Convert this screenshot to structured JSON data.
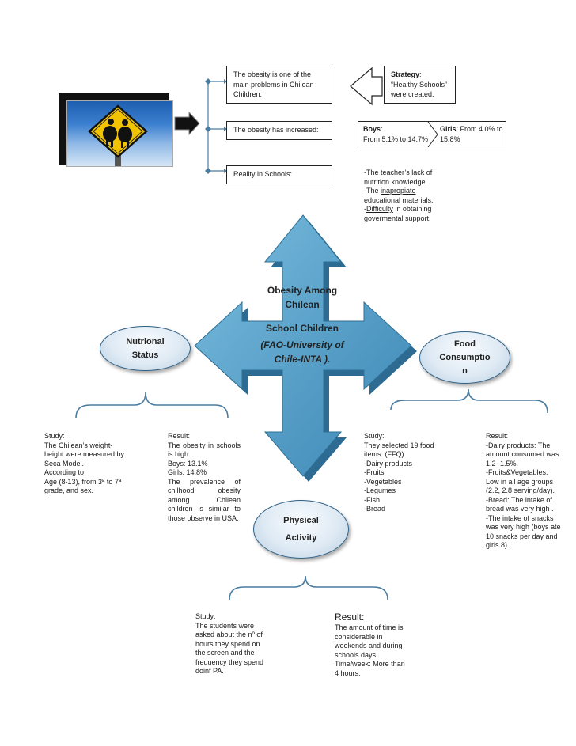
{
  "colors": {
    "arrow_fill": "#4a98c4",
    "arrow_stroke": "#2e6f94",
    "bracket": "#4a7ca0",
    "connector": "#4a7ca0"
  },
  "icons": {
    "sign": "school-crossing-obesity-sign-icon",
    "arrow": "right-arrow-icon",
    "left_arrow": "left-arrow-icon"
  },
  "top": {
    "box1": [
      "The obesity is one of the",
      "main problems in Chilean",
      "Children:"
    ],
    "strategy": {
      "label": "Strategy",
      "colon": ":",
      "lines": [
        "“Healthy Schools”",
        "were created."
      ]
    },
    "box2": "The obesity has increased:",
    "boys": {
      "label": "Boys",
      "colon": ":",
      "value": "From 5.1% to 14.7%"
    },
    "girls": {
      "label": "Girls",
      "rest": ": From 4.0% to",
      "value": "15.8%"
    },
    "box3": "Reality in Schools:",
    "reality": {
      "l1_pre": "-The teacher’s ",
      "l1_u": "lack",
      "l1_post": " of",
      "l2": "nutrition knowledge.",
      "l3_pre": "-The ",
      "l3_u": "inapropiate ",
      "l4": "educational materials.",
      "l5_pre": "-",
      "l5_u": "Difficulty",
      "l5_post": " in obtaining",
      "l6": "govermental support."
    }
  },
  "center": {
    "l1": "Obesity Among",
    "l2": "Chilean",
    "l3": "School Children",
    "l4": "(FAO-University of",
    "l5": "Chile-INTA )."
  },
  "ovals": {
    "left": [
      "Nutrional",
      "Status"
    ],
    "right": [
      "Food",
      "Consumptio",
      "n"
    ],
    "bottom": [
      "Physical",
      "Activity"
    ]
  },
  "nutritional": {
    "study": [
      "Study:",
      "The Chilean’s weight-",
      "height were measured by:",
      "Seca Model.",
      "According to",
      "Age (8-13), from 3ª to 7ª",
      "grade, and sex."
    ],
    "result": [
      "Result:",
      "The obesity in schools",
      "is high.",
      "Boys: 13.1%",
      "Girls: 14.8%",
      "The prevalence of",
      "chilhood obesity",
      "among Chilean",
      "children is similar to",
      "those observe in USA."
    ]
  },
  "food": {
    "study": [
      "Study:",
      "They selected 19 food",
      "items. (FFQ)",
      "-Dairy products",
      "-Fruits",
      "-Vegetables",
      "-Legumes",
      "-Fish",
      "-Bread"
    ],
    "result": [
      "Result:",
      "-Dairy products: The",
      "amount consumed was",
      "1.2- 1.5%.",
      "-Fruits&Vegetables:",
      "Low in all age groups",
      "(2.2, 2.8 serving/day).",
      "-Bread: The intake of",
      "bread was very high .",
      "-The intake of snacks",
      "was very high (boys ate",
      "10 snacks per day and",
      "girls 8)."
    ]
  },
  "physical": {
    "study": [
      "Study:",
      "The students were",
      "asked about the nº of",
      "hours they spend on",
      "the screen and the",
      "frequency they spend",
      "doinf PA."
    ],
    "result_title": "Result:",
    "result": [
      "The amount of time is",
      "considerable in",
      "weekends and during",
      "schools days.",
      "Time/week: More than",
      "4 hours."
    ]
  }
}
